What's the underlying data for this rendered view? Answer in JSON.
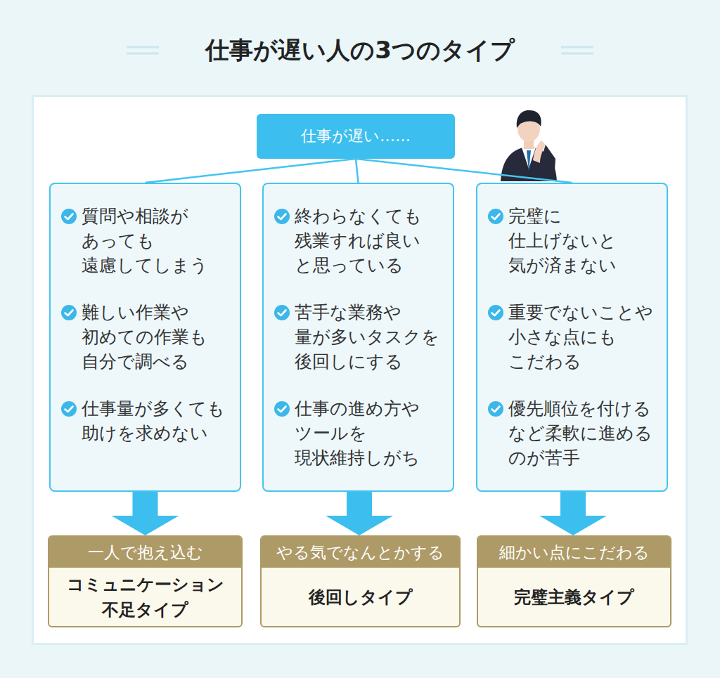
{
  "diagram": {
    "title": "仕事が遅い人の3つのタイプ",
    "nodes": [
      {
        "text": [
          "仕事が遅い……"
        ]
      },
      {
        "text": [
          "質問や相談が あっても 遠慮してしまう",
          "難しい作業や 初めての作業も 自分で調べる",
          "仕事量が多くても 助けを求めない"
        ]
      },
      {
        "text": [
          "終わらなくても 残業すれば良い と思っている",
          "苦手な業務や 量が多いタスクを 後回しにする",
          "仕事の進め方や ツールを 現状維持しがち"
        ]
      },
      {
        "text": [
          "完璧に 仕上げないと 気が済まない",
          "重要でないことや 小さな点にも こだわる",
          "優先順位を付ける など柔軟に進める のが苦手"
        ]
      },
      {
        "text": [
          "一人で抱え込む",
          "コミュニケーション 不足タイプ"
        ]
      },
      {
        "text": [
          "やる気でなんとかする",
          "後回しタイプ"
        ]
      },
      {
        "text": [
          "細かい点にこだわる",
          "完璧主義タイプ"
        ]
      }
    ],
    "edges": [
      {
        "from": 0,
        "to": 1,
        "arrow": "none"
      },
      {
        "from": 0,
        "to": 2,
        "arrow": "none"
      },
      {
        "from": 0,
        "to": 3,
        "arrow": "none"
      },
      {
        "from": 1,
        "to": 4,
        "arrow": "to"
      },
      {
        "from": 2,
        "to": 5,
        "arrow": "to"
      },
      {
        "from": 3,
        "to": 6,
        "arrow": "to"
      }
    ]
  }
}
